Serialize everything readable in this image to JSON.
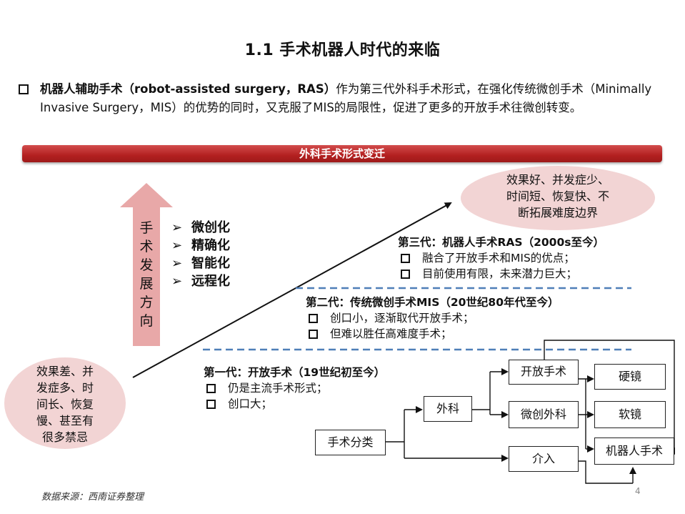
{
  "title": "1.1  手术机器人时代的来临",
  "intro": {
    "bold_part": "机器人辅助手术（robot-assisted surgery，RAS）",
    "rest": "作为第三代外科手术形式，在强化传统微创手术（Minimally Invasive Surgery，MIS）的优势的同时，又克服了MIS的局限性，促进了更多的开放手术往微创转变。"
  },
  "banner": "外科手术形式变迁",
  "bubble_good": {
    "lines": [
      "效果好、并发症少、",
      "时间短、恢复快、不",
      "断拓展难度边界"
    ]
  },
  "bubble_bad": {
    "lines": [
      "效果差、并",
      "发症多、时",
      "间长、恢复",
      "慢、甚至有",
      "很多禁忌"
    ]
  },
  "direction": {
    "label_chars": [
      "手",
      "术",
      "发",
      "展",
      "方",
      "向"
    ],
    "items": [
      "微创化",
      "精确化",
      "智能化",
      "远程化"
    ],
    "bullet": "➢"
  },
  "generations": {
    "third": {
      "head": "第三代：机器人手术RAS（2000s至今）",
      "items": [
        "融合了开放手术和MIS的优点；",
        "目前使用有限，未来潜力巨大；"
      ]
    },
    "second": {
      "head": "第二代：传统微创手术MIS（20世纪80年代至今）",
      "items": [
        "创口小，逐渐取代开放手术；",
        "但难以胜任高难度手术；"
      ]
    },
    "first": {
      "head": "第一代：开放手术（19世纪初至今）",
      "items": [
        "仍是主流手术形式；",
        "创口大；"
      ]
    }
  },
  "tree": {
    "root": "手术分类",
    "surgery": "外科",
    "intervention": "介入",
    "open": "开放手术",
    "mis": "微创外科",
    "rigid": "硬镜",
    "soft": "软镜",
    "robot": "机器人手术"
  },
  "source": "数据来源：西南证券整理",
  "page_number": "4",
  "colors": {
    "banner": "#b32020",
    "bubble": "#f2d4d4",
    "dir_arrow": "#e8a8a8",
    "dash_line": "#4f7fb8"
  }
}
